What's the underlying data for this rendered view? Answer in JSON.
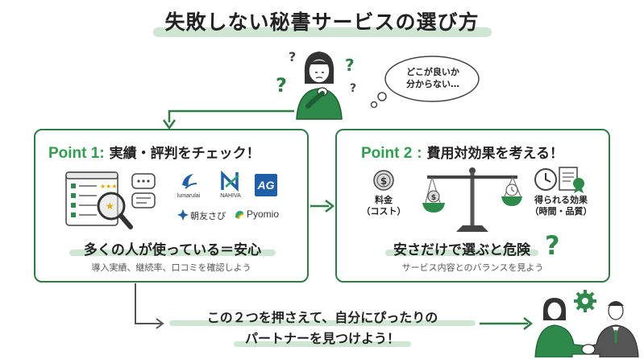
{
  "title": "失敗しない秘書サービスの選び方",
  "thought_bubble": {
    "line1": "どこが良いか",
    "line2": "分からない…"
  },
  "point1": {
    "label": "Point 1",
    "sep": ":",
    "heading": "実績・評判をチェック！",
    "logos": [
      {
        "name": "lumarulai"
      },
      {
        "name": "NAHIVA"
      },
      {
        "name": "AG"
      },
      {
        "name": "朝友さぴ"
      },
      {
        "name": "Pyomio"
      }
    ],
    "main_text": "多くの人が使っている＝安心",
    "sub_text": "導入実績、継続率、口コミを確認しよう"
  },
  "point2": {
    "label": "Point 2",
    "sep": ":",
    "heading": "費用対効果を考える！",
    "cost_label_1": "料金",
    "cost_label_2": "（コスト）",
    "effect_label_1": "得られる効果",
    "effect_label_2": "（時間・品質）",
    "main_text": "安さだけで選ぶと危険",
    "sub_text": "サービス内容とのバランスを見よう"
  },
  "bottom": {
    "line1": "この２つを押さえて、自分にぴったりの",
    "line2": "パートナーを見つけよう！"
  },
  "colors": {
    "accent": "#2e7d44",
    "accent_light": "#cfe6d3",
    "text": "#222222"
  }
}
